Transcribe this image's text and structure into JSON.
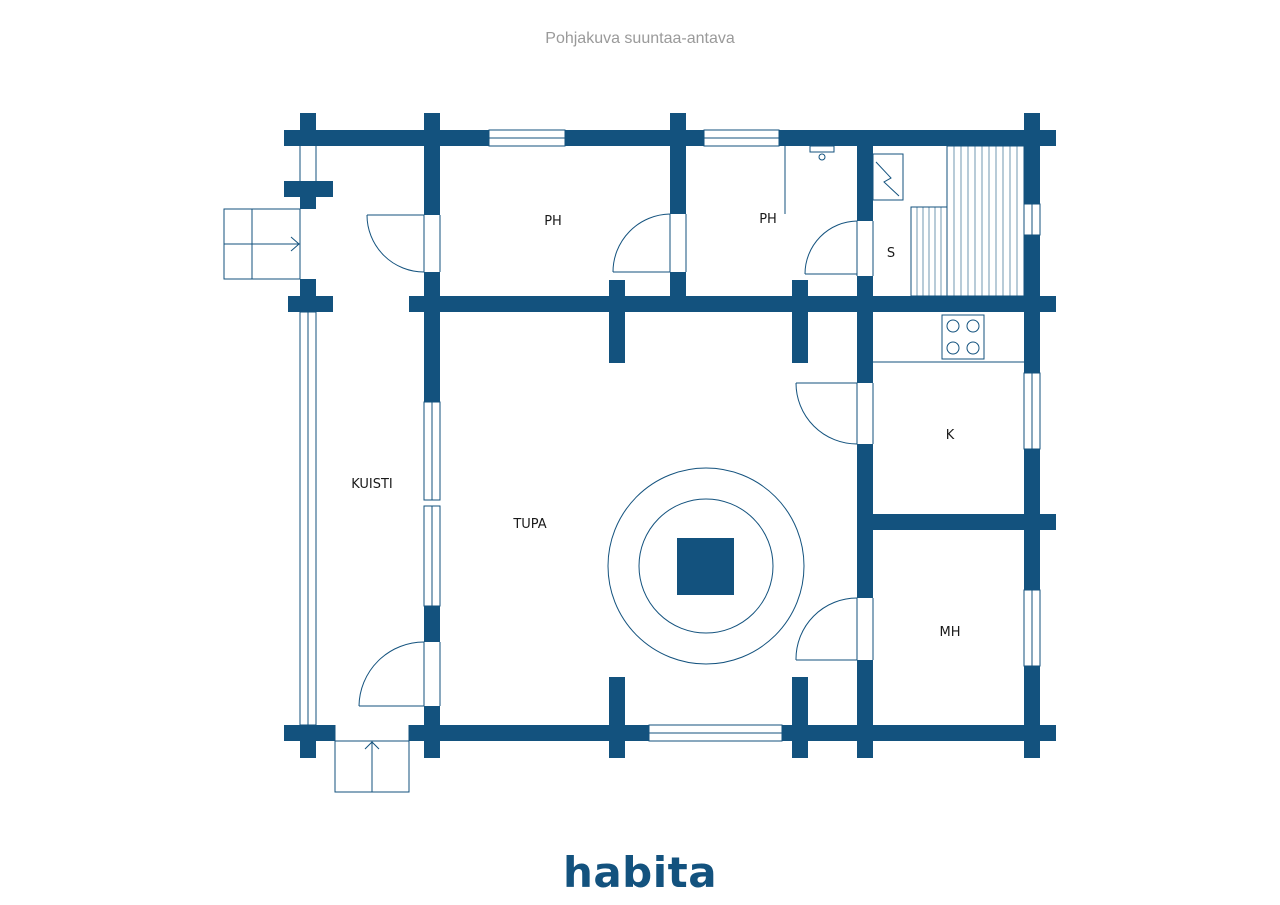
{
  "caption": "Pohjakuva suuntaa-antava",
  "brand": {
    "logo_text": "habita"
  },
  "colors": {
    "wall": "#13527e",
    "line": "#13527e",
    "background": "#ffffff",
    "caption": "#9a9a9a"
  },
  "rooms": {
    "ph1": "PH",
    "ph2": "PH",
    "sauna": "S",
    "kuisti": "KUISTI",
    "tupa": "TUPA",
    "keittio": "K",
    "mh": "MH"
  }
}
